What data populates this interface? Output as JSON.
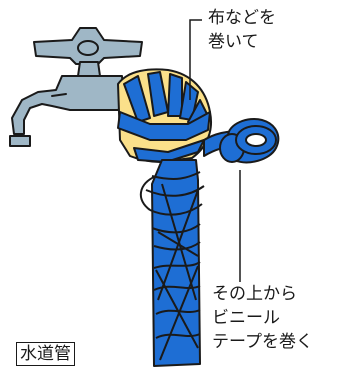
{
  "labels": {
    "cloth": [
      "布などを",
      "巻いて"
    ],
    "tape": [
      "その上から",
      "ビニール",
      "テープを巻く"
    ],
    "title": "水道管"
  },
  "colors": {
    "faucet": "#9fb7c6",
    "cloth": "#fbe08a",
    "tape": "#1e6ed4",
    "outline": "#1a1a1a"
  }
}
